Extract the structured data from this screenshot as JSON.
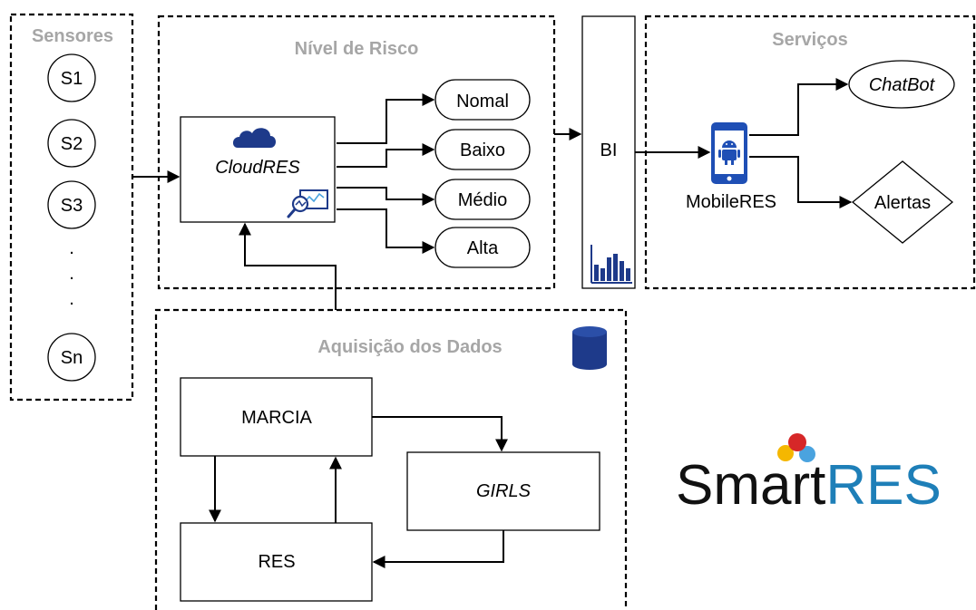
{
  "groups": {
    "sensores": "Sensores",
    "nivel_risco": "Nível de Risco",
    "servicos": "Serviços",
    "aquisicao": "Aquisição dos Dados"
  },
  "sensors": [
    "S1",
    "S2",
    "S3",
    "Sn"
  ],
  "sensor_ellipsis": ".",
  "cloud": {
    "label": "CloudRES"
  },
  "risk_levels": [
    "Nomal",
    "Baixo",
    "Médio",
    "Alta"
  ],
  "bi": {
    "label": "BI"
  },
  "mobile": {
    "label": "MobileRES"
  },
  "services": {
    "chatbot": "ChatBot",
    "alertas": "Alertas"
  },
  "acquisition": {
    "marcia": "MARCIA",
    "girls": "GIRLS",
    "res": "RES"
  },
  "logo": {
    "smart": "Smart",
    "res": "RES"
  },
  "colors": {
    "accent_blue": "#1e3a8a",
    "android_blue": "#1f4fb5",
    "logo_blue": "#1e7fb8",
    "logo_red": "#d62728",
    "logo_yellow": "#f5b700",
    "logo_light_blue": "#4aa3df",
    "group_title_gray": "#a6a6a6"
  },
  "icons": [
    "cloud-icon",
    "monitor-chart-icon",
    "database-icon",
    "bar-chart-icon",
    "android-phone-icon"
  ]
}
